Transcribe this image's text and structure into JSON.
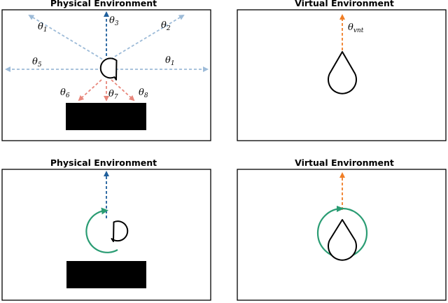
{
  "panels": {
    "top_left": {
      "title": "Physical Environment",
      "labels": [
        {
          "sym": "θ",
          "sub": "1"
        },
        {
          "sym": "θ",
          "sub": "3"
        },
        {
          "sym": "θ",
          "sub": "2"
        },
        {
          "sym": "θ",
          "sub": "5"
        },
        {
          "sym": "θ",
          "sub": "1"
        },
        {
          "sym": "θ",
          "sub": "6"
        },
        {
          "sym": "θ",
          "sub": "7"
        },
        {
          "sym": "θ",
          "sub": "8"
        }
      ]
    },
    "top_right": {
      "title": "Virtual Environment",
      "label": {
        "sym": "θ",
        "sub": "vnt"
      }
    },
    "bottom_left": {
      "title": "Physical Environment"
    },
    "bottom_right": {
      "title": "Virtual Environment"
    }
  },
  "colors": {
    "blue_dashed": "#9dbbd8",
    "salmon_dashed": "#e8877c",
    "dark_blue_arrow": "#1f5f9c",
    "orange_arrow": "#f07e26",
    "green_rotation": "#2a9c73",
    "obstacle": "#000000"
  }
}
